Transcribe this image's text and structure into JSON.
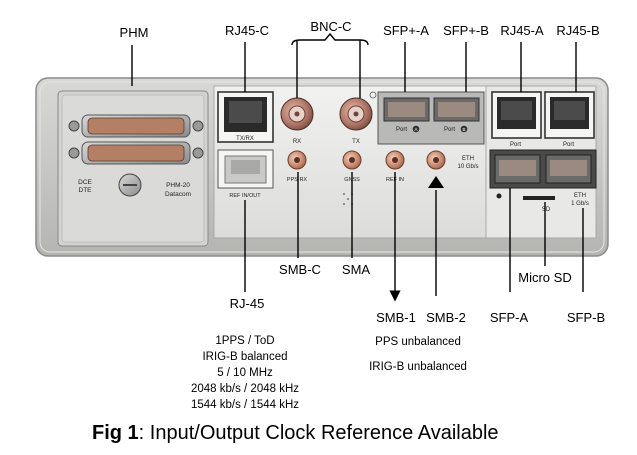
{
  "labels": {
    "phm": "PHM",
    "rj45_c": "RJ45-C",
    "bnc_c": "BNC-C",
    "sfp_plus_a": "SFP+-A",
    "sfp_plus_b": "SFP+-B",
    "rj45_a": "RJ45-A",
    "rj45_b": "RJ45-B",
    "smb_c": "SMB-C",
    "sma": "SMA",
    "micro_sd": "Micro SD",
    "rj_45": "RJ-45",
    "smb_1": "SMB-1",
    "smb_2": "SMB-2",
    "sfp_a": "SFP-A",
    "sfp_b": "SFP-B"
  },
  "panel_text": {
    "dce": "DCE",
    "dte": "DTE",
    "phm_model": "PHM-20",
    "phm_type": "Datacom",
    "txrx": "TX/RX",
    "rx": "RX",
    "tx": "TX",
    "pps_rx": "PPS RX",
    "gnss": "GNSS",
    "ref_in": "REF IN",
    "ref_in_out": "REF IN/OUT",
    "port_a": "Port",
    "port_b": "Port",
    "port_a_badge": "A",
    "port_b_badge": "B",
    "eth_10g": "ETH",
    "eth_10g_speed": "10 Gb/s",
    "eth_1g": "ETH",
    "eth_1g_speed": "1 Gb/s",
    "sd_mark": "SD"
  },
  "rj45_signals": [
    "1PPS / ToD",
    "IRIG-B balanced",
    "5 / 10 MHz",
    "2048 kb/s / 2048 kHz",
    "1544 kb/s / 1544 kHz"
  ],
  "smb_signals": [
    "PPS unbalanced",
    "IRIG-B unbalanced"
  ],
  "caption": {
    "prefix": "Fig 1",
    "text": ": Input/Output Clock Reference Available"
  }
}
